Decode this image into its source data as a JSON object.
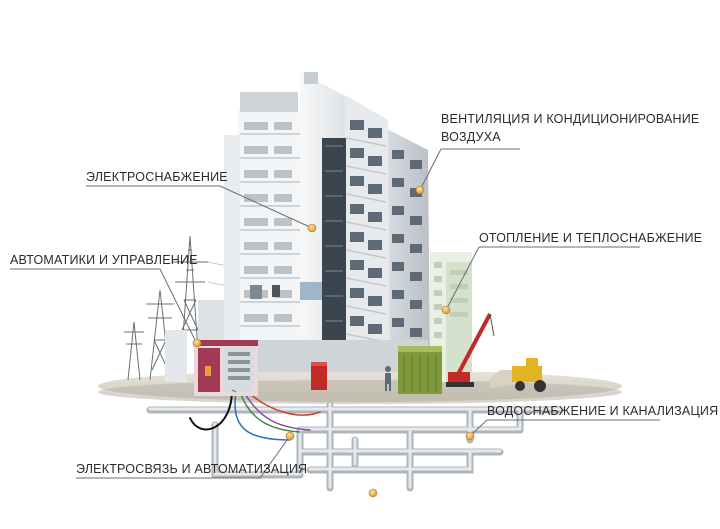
{
  "labels": {
    "ventilation_line1": "ВЕНТИЛЯЦИЯ И КОНДИЦИОНИРОВАНИЕ",
    "ventilation_line2": "ВОЗДУХА",
    "power_supply": "ЭЛЕКТРОСНАБЖЕНИЕ",
    "heating": "ОТОПЛЕНИЕ И ТЕПЛОСНАБЖЕНИЕ",
    "automation_control": "АВТОМАТИКИ И УПРАВЛЕНИЕ",
    "water_sewage": "ВОДОСНАБЖЕНИЕ И КАНАЛИЗАЦИЯ",
    "telecom_automation": "ЭЛЕКТРОСВЯЗЬ И АВТОМАТИЗАЦИЯ"
  },
  "colors": {
    "marker": "#e3a13a",
    "leader_line": "#6d6d6d",
    "pipe": "#c9ced3",
    "building_wall": "#eef0f2",
    "glass": "#3b4550",
    "panel": "#a23a55"
  },
  "icons": {
    "marker": "callout-dot-icon"
  }
}
